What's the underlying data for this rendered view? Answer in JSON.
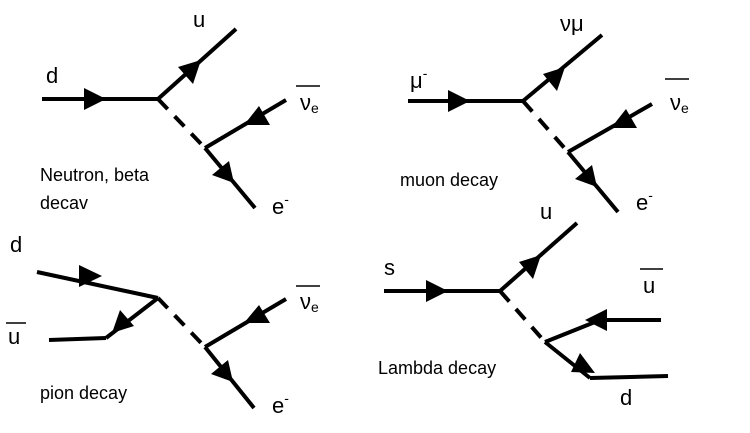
{
  "diagrams": {
    "neutron": {
      "caption_line1": "Neutron, beta",
      "caption_line2": "decav",
      "in_label": "d",
      "out_label": "u",
      "anti_label": "ν",
      "anti_sub": "e",
      "lepton_label": "e",
      "lepton_sup": "-"
    },
    "muon": {
      "caption": "muon decay",
      "in_label": "μ",
      "in_sup": "-",
      "out_label": "νμ",
      "anti_label": "ν",
      "anti_sub": "e",
      "lepton_label": "e",
      "lepton_sup": "-"
    },
    "pion": {
      "caption": "pion decay",
      "quark_label": "d",
      "antiquark_label": "u",
      "anti_label": "ν",
      "anti_sub": "e",
      "lepton_label": "e",
      "lepton_sup": "-"
    },
    "lambda": {
      "caption": "Lambda decay",
      "in_label": "s",
      "out_label": "u",
      "antiquark_label": "u",
      "quark_label": "d"
    }
  }
}
